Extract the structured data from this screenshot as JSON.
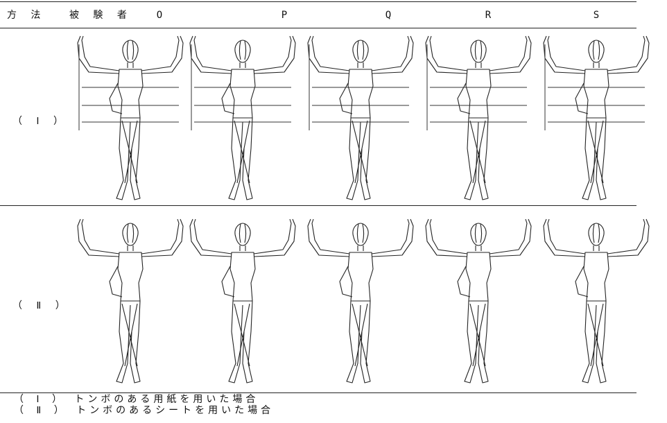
{
  "header": {
    "method": "方 法",
    "subject": "被 験 者",
    "columns": [
      "O",
      "P",
      "Q",
      "R",
      "S"
    ]
  },
  "rows": [
    {
      "label": "（ Ⅰ ）",
      "has_marks": true
    },
    {
      "label": "（ Ⅱ ）",
      "has_marks": false
    }
  ],
  "legend": [
    "（ Ⅰ ） トンボのある用紙を用いた場合",
    "（ Ⅱ ） トンボのあるシートを用いた場合"
  ]
}
